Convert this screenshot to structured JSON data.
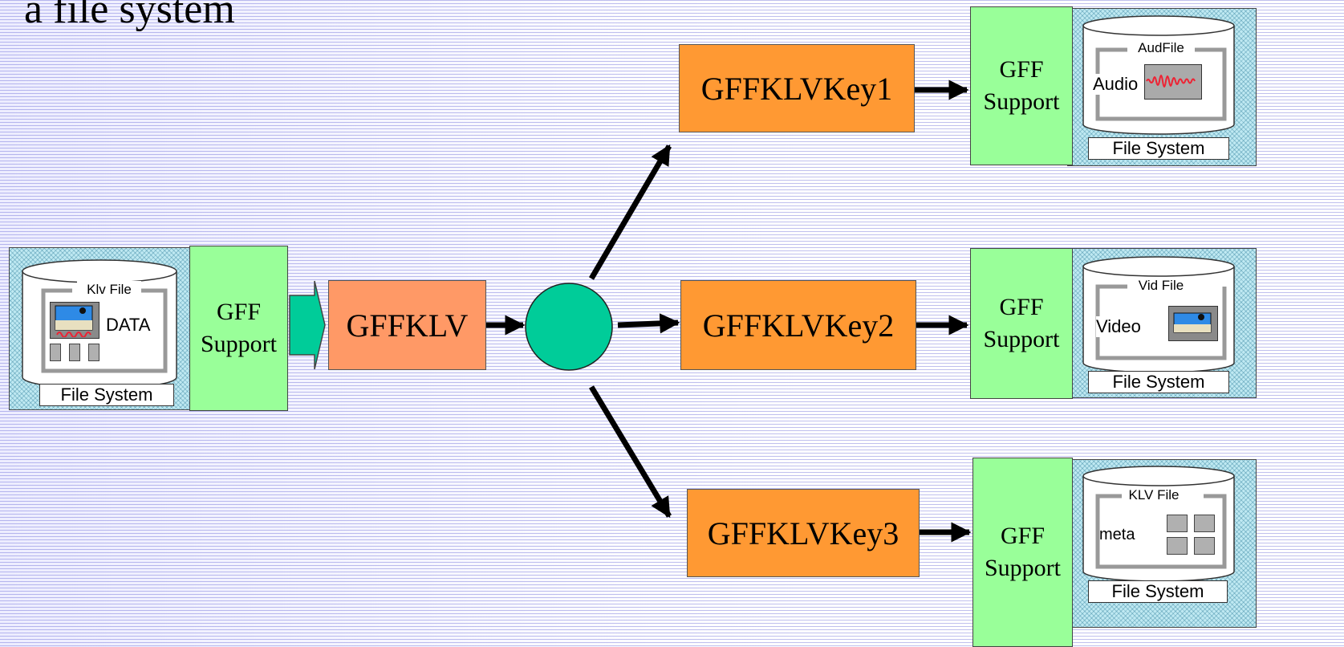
{
  "title": "a file system",
  "source": {
    "file_label": "Klv File",
    "data_label": "DATA",
    "fs_label": "File System",
    "gff_line1": "GFF",
    "gff_line2": "Support"
  },
  "klv_box": "GFFKLV",
  "keys": [
    {
      "name": "GFFKLVKey1",
      "gff_line1": "GFF",
      "gff_line2": "Support",
      "file_label": "AudFile",
      "content_label": "Audio",
      "fs_label": "File System"
    },
    {
      "name": "GFFKLVKey2",
      "gff_line1": "GFF",
      "gff_line2": "Support",
      "file_label": "Vid File",
      "content_label": "Video",
      "fs_label": "File System"
    },
    {
      "name": "GFFKLVKey3",
      "gff_line1": "GFF",
      "gff_line2": "Support",
      "file_label": "KLV File",
      "content_label": "meta",
      "fs_label": "File System"
    }
  ],
  "colors": {
    "orange": "#ff9933",
    "salmon": "#ff9966",
    "gff_green": "#99ff99",
    "hub": "#00cc99",
    "fs_blue": "#bfe9f2"
  }
}
